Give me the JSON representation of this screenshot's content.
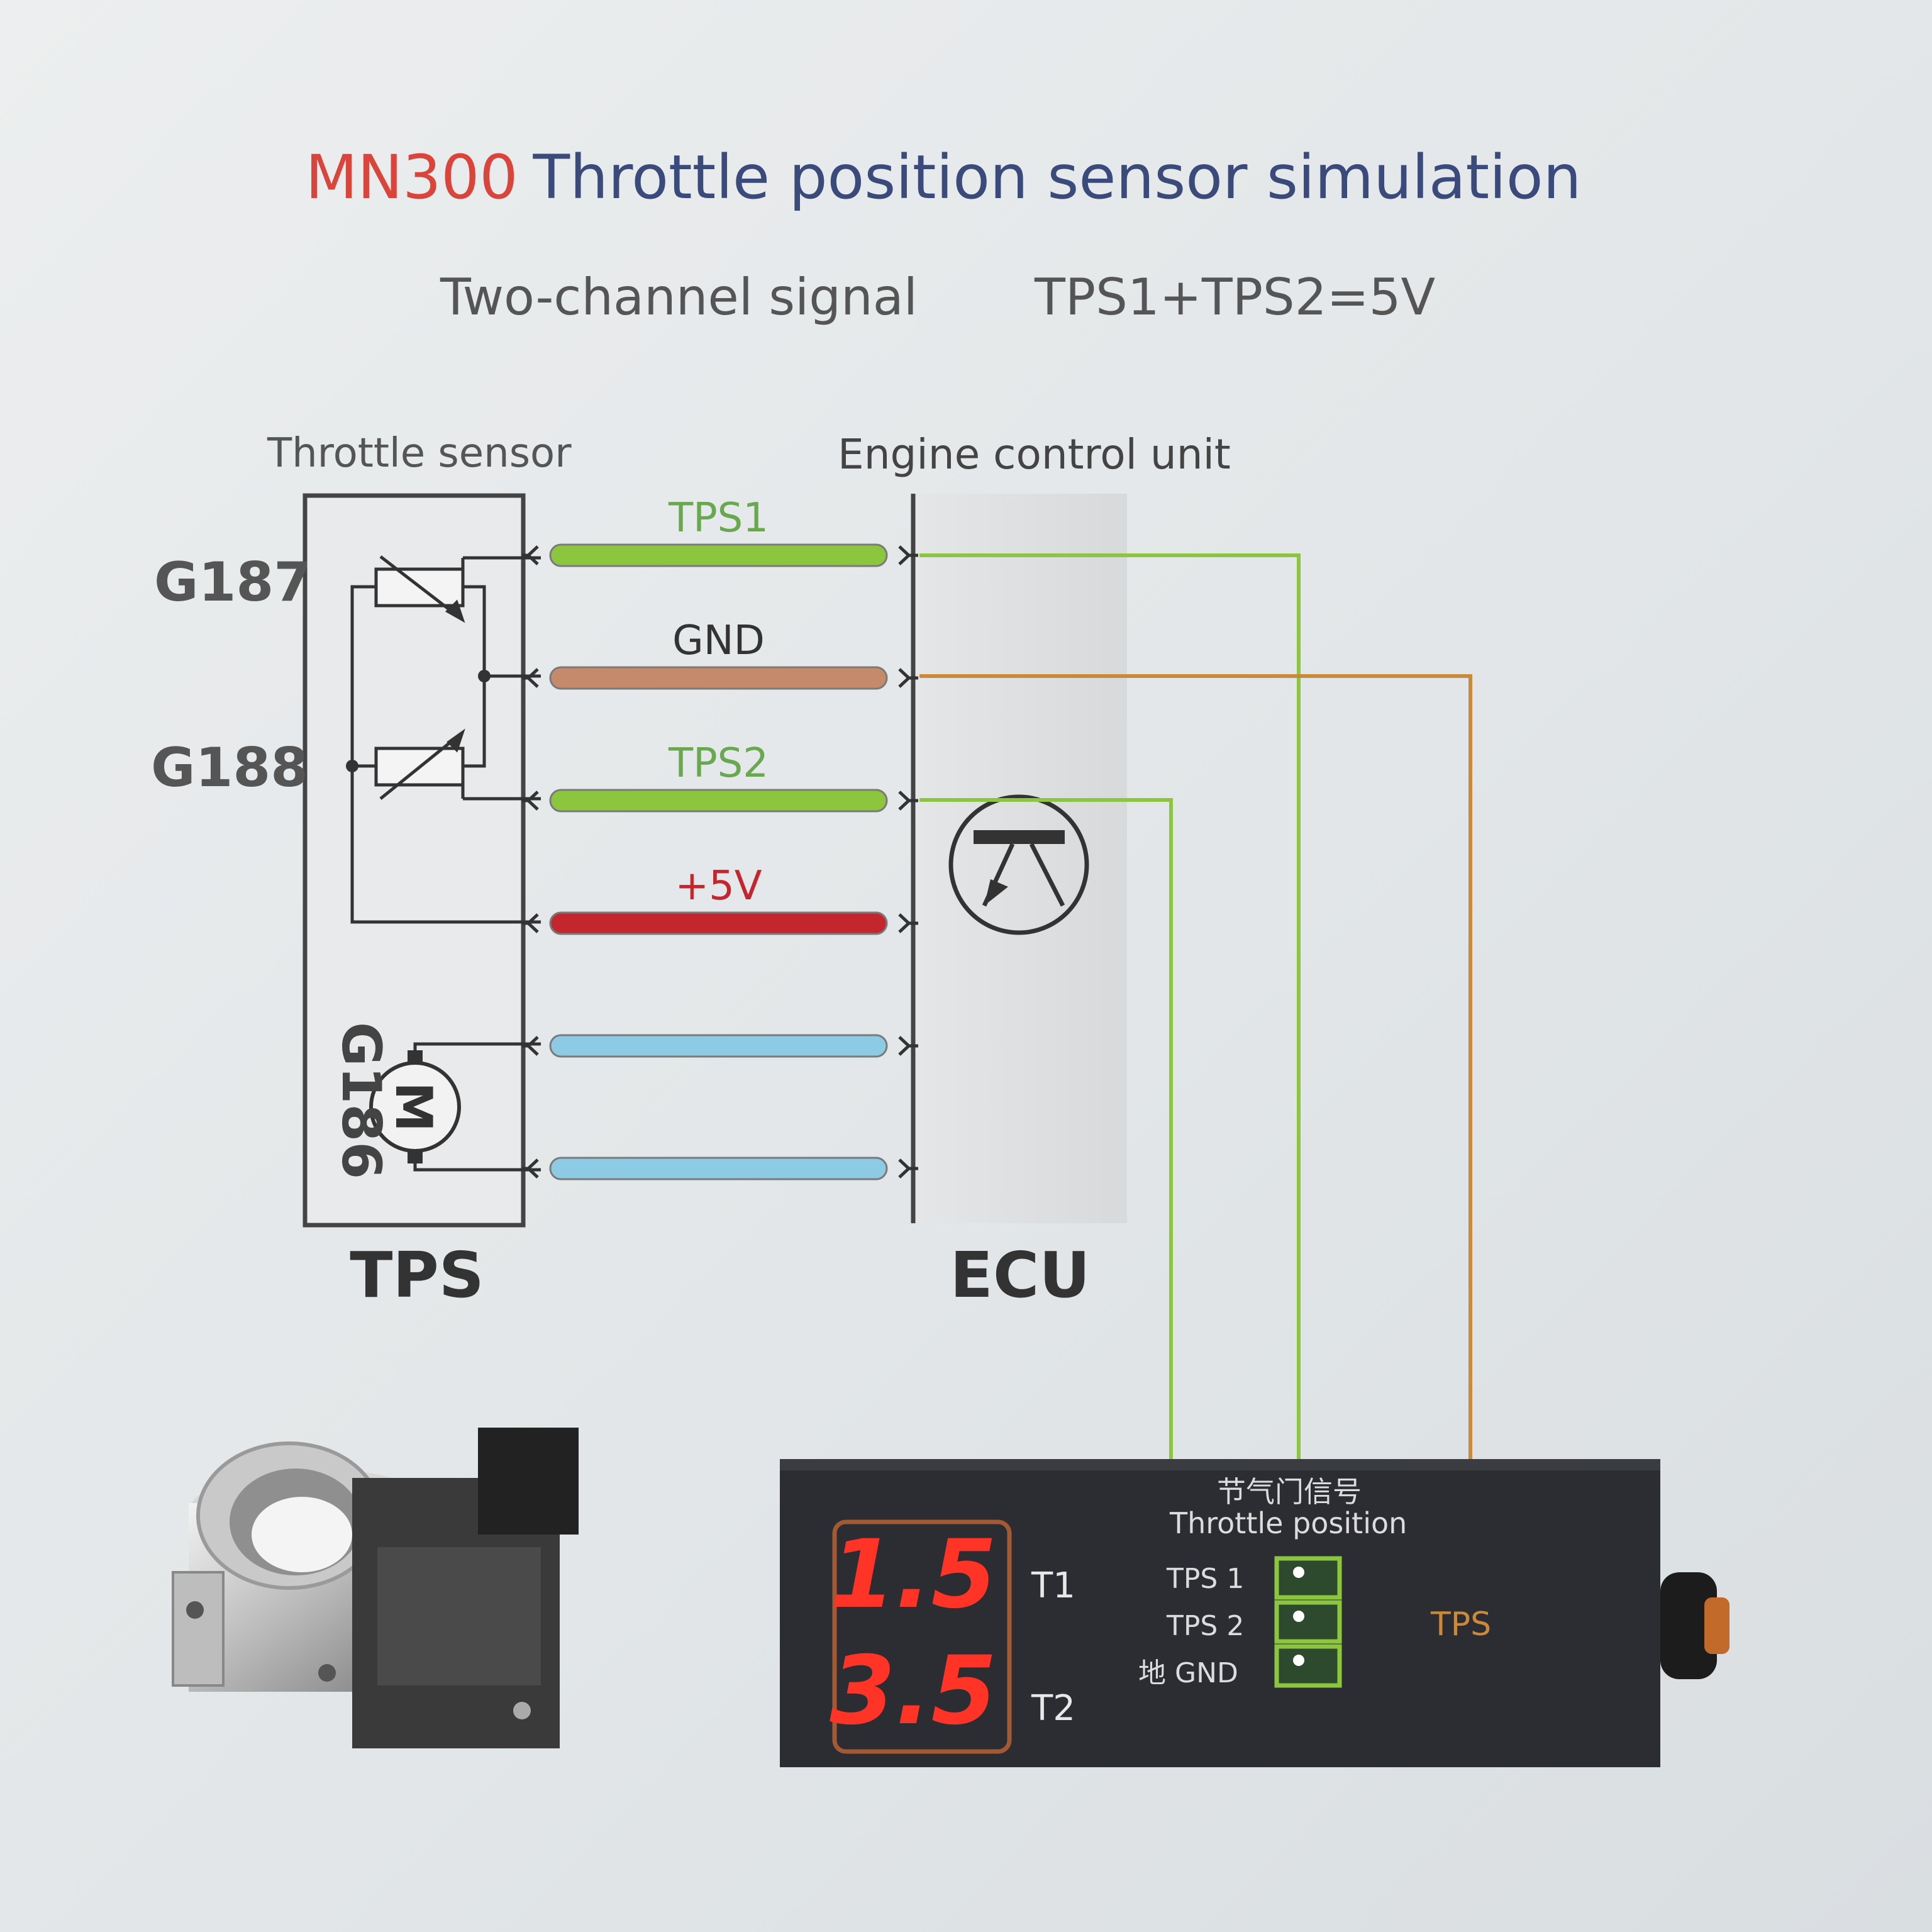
{
  "title": {
    "model": "MN300",
    "text": "Throttle position sensor simulation"
  },
  "subtitle": {
    "left": "Two-channel signal",
    "right": "TPS1+TPS2=5V"
  },
  "sensor": {
    "header": "Throttle sensor",
    "name": "TPS",
    "g187": "G187",
    "g188": "G188",
    "g186": "G186",
    "motor": "M"
  },
  "ecu": {
    "header": "Engine control unit",
    "name": "ECU"
  },
  "wires": [
    {
      "label": "TPS1",
      "color": "#8cc63f",
      "label_color": "#6aa84f"
    },
    {
      "label": "GND",
      "color": "#c58a6a",
      "label_color": "#333333"
    },
    {
      "label": "TPS2",
      "color": "#8cc63f",
      "label_color": "#6aa84f"
    },
    {
      "label": "+5V",
      "color": "#c4262e",
      "label_color": "#c4262e"
    },
    {
      "label": "",
      "color": "#8ccbe3",
      "label_color": "#333333"
    },
    {
      "label": "",
      "color": "#8ccbe3",
      "label_color": "#333333"
    }
  ],
  "device": {
    "display_t1": "1.5",
    "display_t2": "3.5",
    "t1": "T1",
    "t2": "T2",
    "cn_label": "节气门信号",
    "en_label": "Throttle position",
    "pin_tps1": "TPS 1",
    "pin_tps2": "TPS 2",
    "pin_gnd": "地 GND",
    "tps_tag": "TPS"
  },
  "colors": {
    "title_model": "#d9453b",
    "title_text": "#3a4a7a",
    "green": "#8cc63f",
    "orange": "#c98a3a",
    "led": "#ff3326"
  }
}
